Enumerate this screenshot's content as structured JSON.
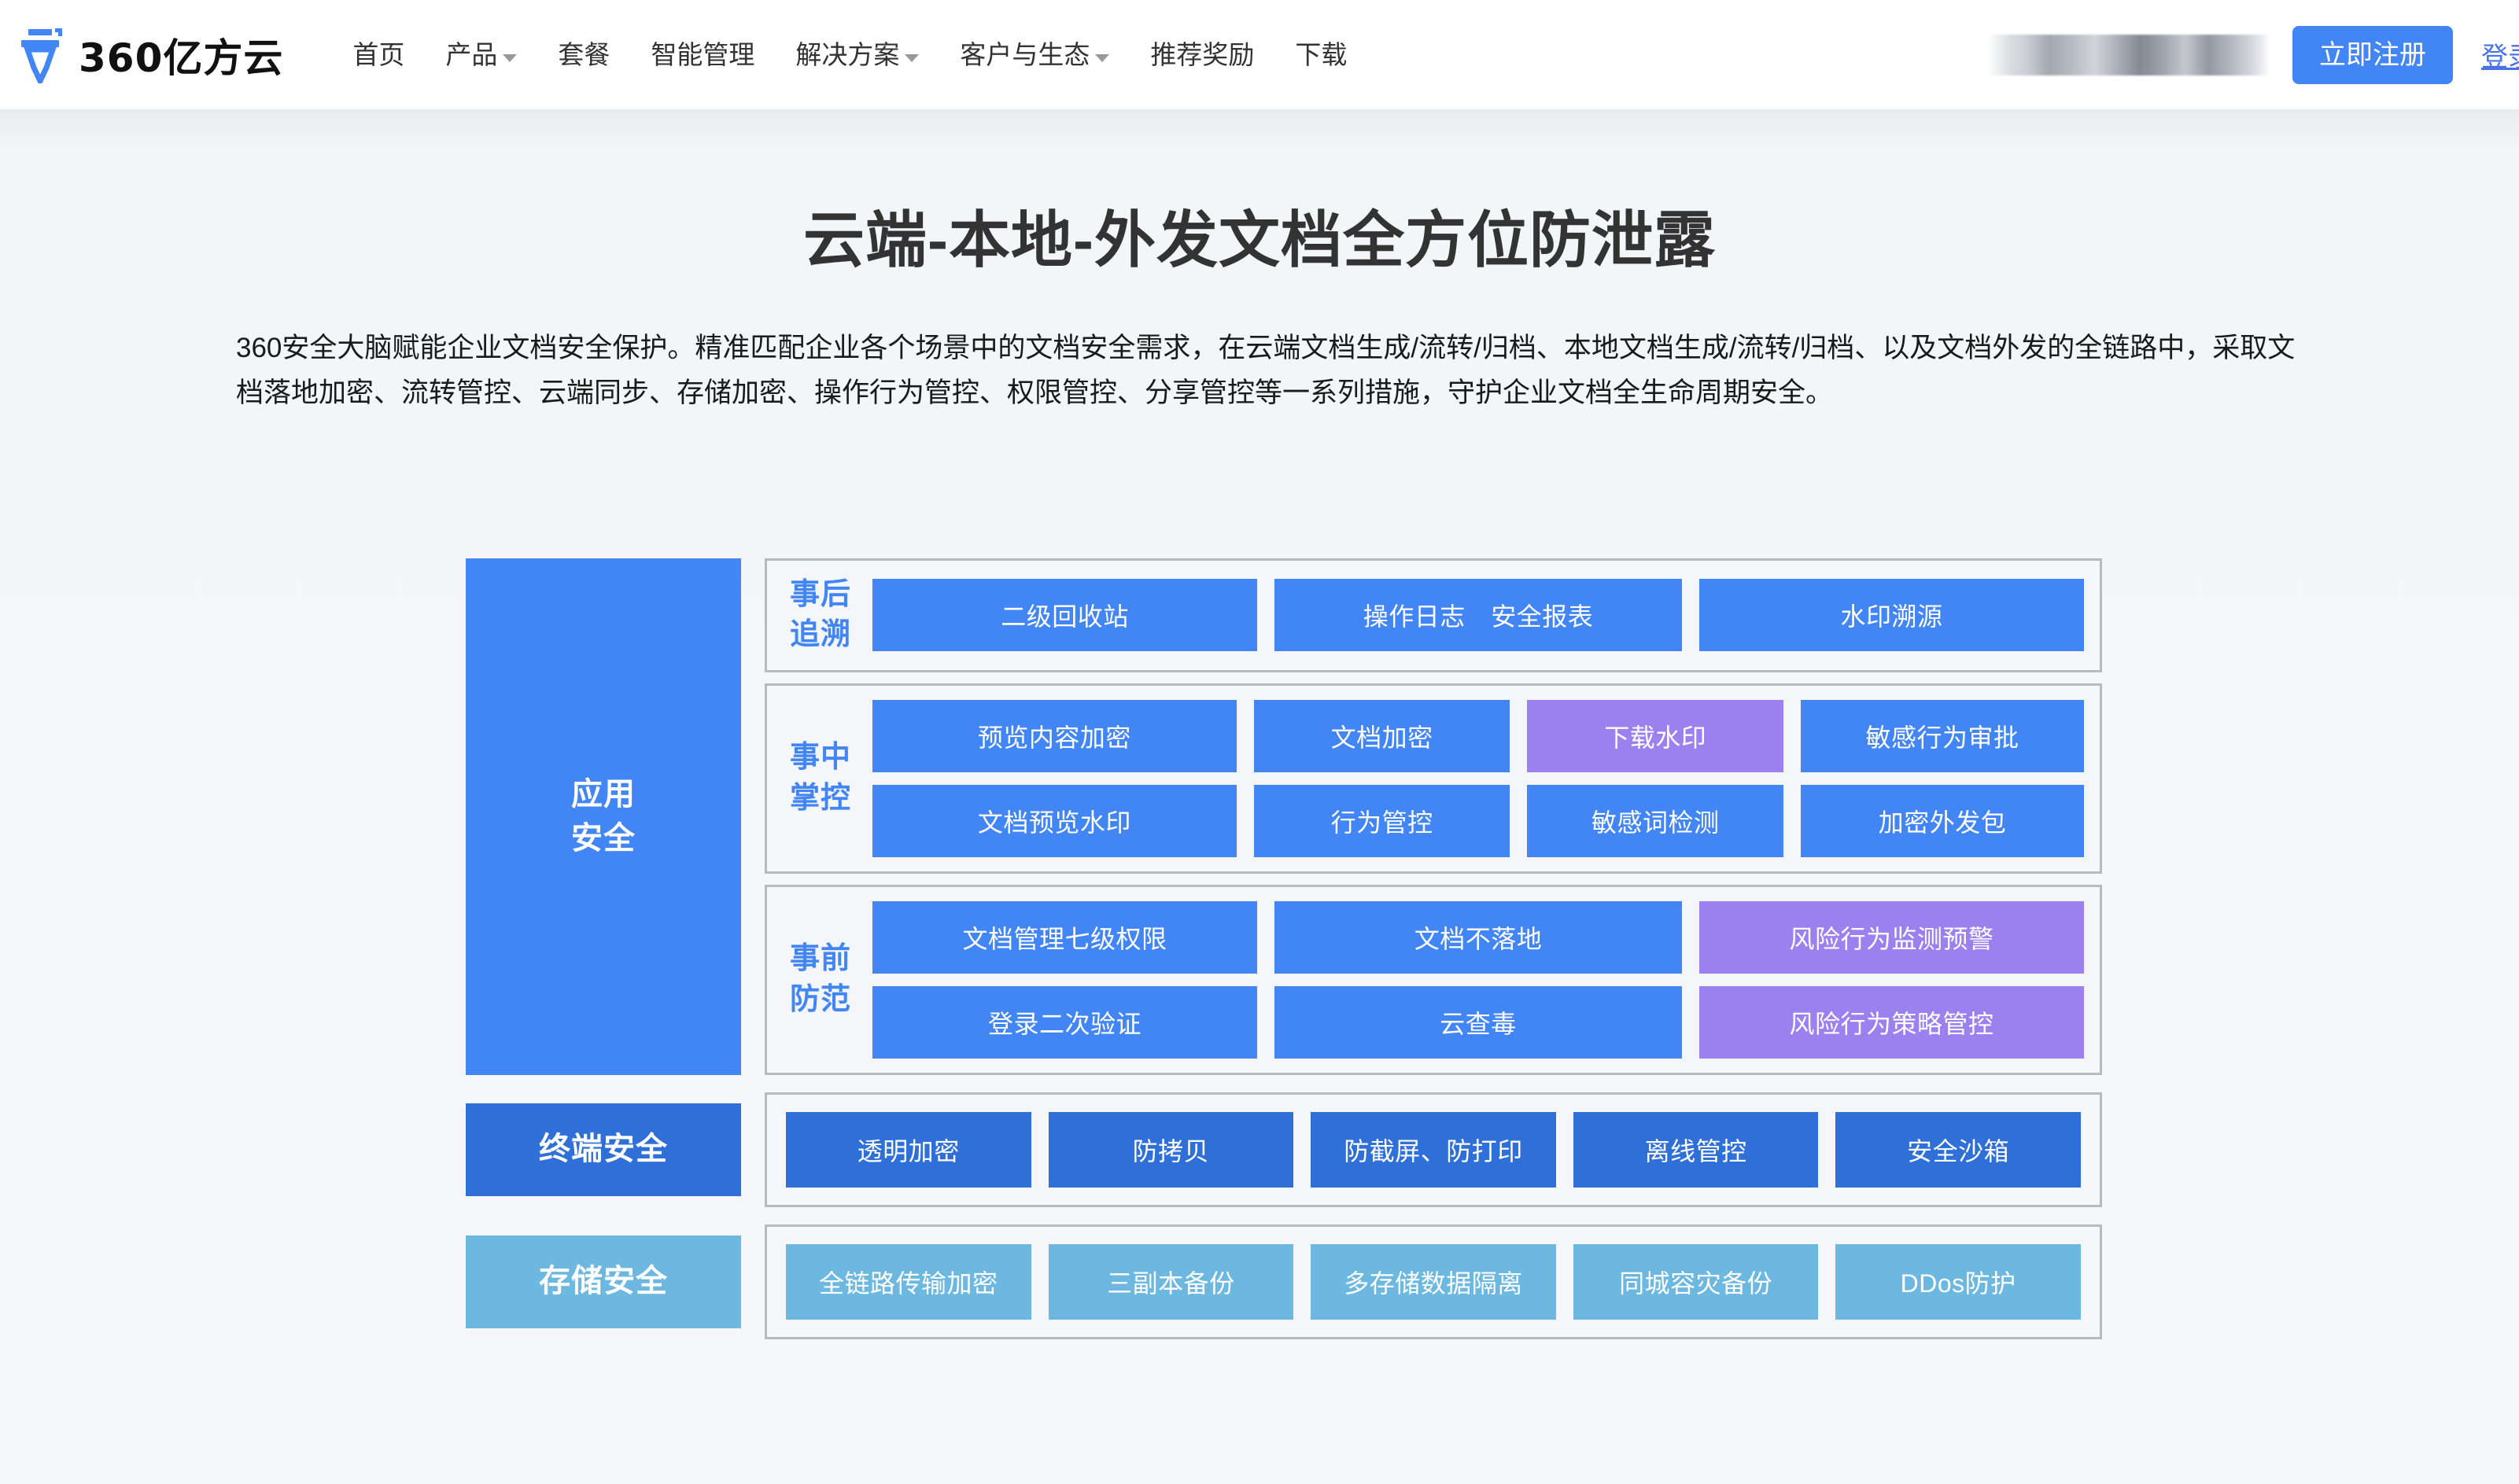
{
  "brand": {
    "logo_icon": "yifangyun-logo-icon",
    "name": "360亿方云"
  },
  "nav": {
    "items": [
      {
        "label": "首页",
        "has_dropdown": false
      },
      {
        "label": "产品",
        "has_dropdown": true
      },
      {
        "label": "套餐",
        "has_dropdown": false
      },
      {
        "label": "智能管理",
        "has_dropdown": false
      },
      {
        "label": "解决方案",
        "has_dropdown": true
      },
      {
        "label": "客户与生态",
        "has_dropdown": true
      },
      {
        "label": "推荐奖励",
        "has_dropdown": false
      },
      {
        "label": "下载",
        "has_dropdown": false
      }
    ],
    "contact_blurred": "",
    "register_label": "立即注册",
    "login_label": "登录"
  },
  "hero": {
    "title": "云端-本地-外发文档全方位防泄露",
    "description": "360安全大脑赋能企业文档安全保护。精准匹配企业各个场景中的文档安全需求，在云端文档生成/流转/归档、本地文档生成/流转/归档、以及文档外发的全链路中，采取文档落地加密、流转管控、云端同步、存储加密、操作行为管控、权限管控、分享管控等一系列措施，守护企业文档全生命周期安全。"
  },
  "colors": {
    "primary_blue": "#4285f4",
    "dark_blue": "#2f6fd8",
    "light_blue": "#6cb8e0",
    "purple": "#9b81f0",
    "panel_border": "#b6b9bd",
    "page_bg": "#f4f6fa"
  },
  "diagram": {
    "app_security": {
      "label": "应用\n安全",
      "label_line1": "应用",
      "label_line2": "安全",
      "panels": [
        {
          "label_line1": "事后",
          "label_line2": "追溯",
          "rows": [
            [
              {
                "text": "二级回收站",
                "color": "blue"
              },
              {
                "text": "操作日志　安全报表",
                "color": "blue"
              },
              {
                "text": "水印溯源",
                "color": "blue"
              }
            ]
          ]
        },
        {
          "label_line1": "事中",
          "label_line2": "掌控",
          "rows": [
            [
              {
                "text": "预览内容加密",
                "color": "blue"
              },
              {
                "text": "文档加密",
                "color": "blue"
              },
              {
                "text": "下载水印",
                "color": "purple"
              },
              {
                "text": "敏感行为审批",
                "color": "blue"
              }
            ],
            [
              {
                "text": "文档预览水印",
                "color": "blue"
              },
              {
                "text": "行为管控",
                "color": "blue"
              },
              {
                "text": "敏感词检测",
                "color": "blue"
              },
              {
                "text": "加密外发包",
                "color": "blue"
              }
            ]
          ]
        },
        {
          "label_line1": "事前",
          "label_line2": "防范",
          "rows": [
            [
              {
                "text": "文档管理七级权限",
                "color": "blue"
              },
              {
                "text": "文档不落地",
                "color": "blue"
              },
              {
                "text": "风险行为监测预警",
                "color": "purple"
              }
            ],
            [
              {
                "text": "登录二次验证",
                "color": "blue"
              },
              {
                "text": "云查毒",
                "color": "blue"
              },
              {
                "text": "风险行为策略管控",
                "color": "purple"
              }
            ]
          ]
        }
      ]
    },
    "terminal_security": {
      "label": "终端安全",
      "tiles": [
        {
          "text": "透明加密",
          "color": "dark"
        },
        {
          "text": "防拷贝",
          "color": "dark"
        },
        {
          "text": "防截屏、防打印",
          "color": "dark"
        },
        {
          "text": "离线管控",
          "color": "dark"
        },
        {
          "text": "安全沙箱",
          "color": "dark"
        }
      ]
    },
    "storage_security": {
      "label": "存储安全",
      "tiles": [
        {
          "text": "全链路传输加密",
          "color": "light"
        },
        {
          "text": "三副本备份",
          "color": "light"
        },
        {
          "text": "多存储数据隔离",
          "color": "light"
        },
        {
          "text": "同城容灾备份",
          "color": "light"
        },
        {
          "text": "DDos防护",
          "color": "light"
        }
      ]
    }
  }
}
